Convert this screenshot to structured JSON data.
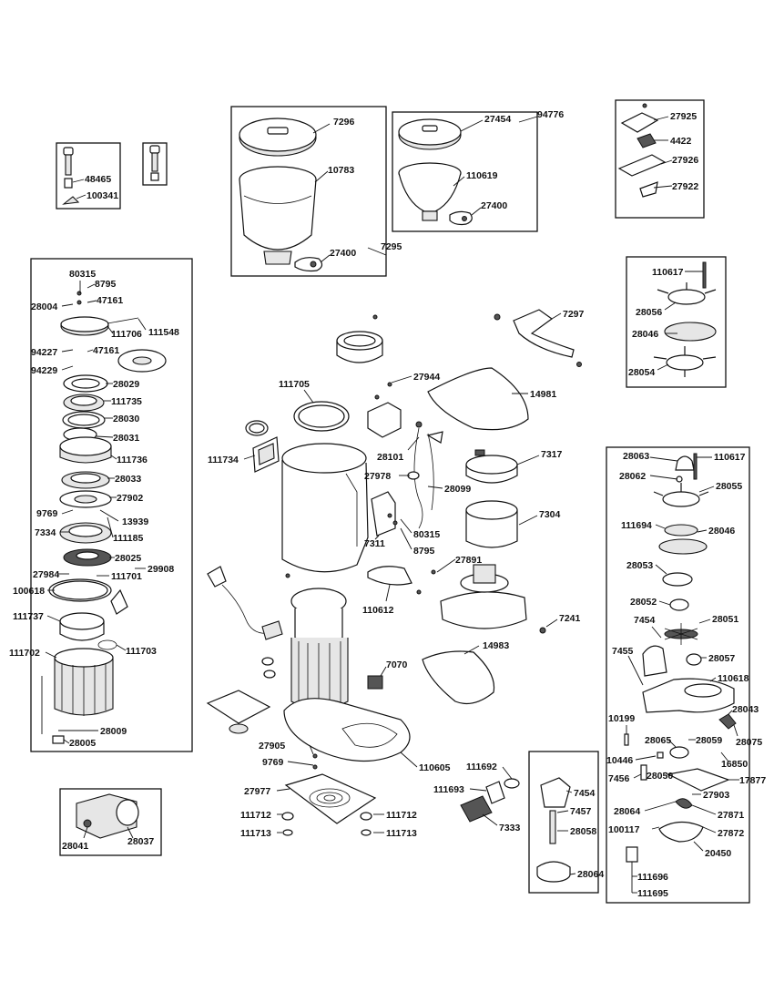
{
  "diagram": {
    "labels": [
      {
        "id": "7296",
        "text": "7296"
      },
      {
        "id": "10783",
        "text": "10783"
      },
      {
        "id": "27400a",
        "text": "27400"
      },
      {
        "id": "7295",
        "text": "7295"
      },
      {
        "id": "27454",
        "text": "27454"
      },
      {
        "id": "94776",
        "text": "94776"
      },
      {
        "id": "110619",
        "text": "110619"
      },
      {
        "id": "27400b",
        "text": "27400"
      },
      {
        "id": "27925",
        "text": "27925"
      },
      {
        "id": "4422",
        "text": "4422"
      },
      {
        "id": "27926",
        "text": "27926"
      },
      {
        "id": "27922",
        "text": "27922"
      },
      {
        "id": "48465",
        "text": "48465"
      },
      {
        "id": "100341",
        "text": "100341"
      },
      {
        "id": "80315a",
        "text": "80315"
      },
      {
        "id": "8795a",
        "text": "8795"
      },
      {
        "id": "28004",
        "text": "28004"
      },
      {
        "id": "47161a",
        "text": "47161"
      },
      {
        "id": "111548",
        "text": "111548"
      },
      {
        "id": "111706",
        "text": "111706"
      },
      {
        "id": "94227",
        "text": "94227"
      },
      {
        "id": "47161b",
        "text": "47161"
      },
      {
        "id": "94229",
        "text": "94229"
      },
      {
        "id": "28029",
        "text": "28029"
      },
      {
        "id": "111735",
        "text": "111735"
      },
      {
        "id": "28030",
        "text": "28030"
      },
      {
        "id": "28031",
        "text": "28031"
      },
      {
        "id": "111736",
        "text": "111736"
      },
      {
        "id": "28033",
        "text": "28033"
      },
      {
        "id": "27902",
        "text": "27902"
      },
      {
        "id": "9769a",
        "text": "9769"
      },
      {
        "id": "13939",
        "text": "13939"
      },
      {
        "id": "7334",
        "text": "7334"
      },
      {
        "id": "111185",
        "text": "111185"
      },
      {
        "id": "28025",
        "text": "28025"
      },
      {
        "id": "29908",
        "text": "29908"
      },
      {
        "id": "27984",
        "text": "27984"
      },
      {
        "id": "111701",
        "text": "111701"
      },
      {
        "id": "100618",
        "text": "100618"
      },
      {
        "id": "111737",
        "text": "111737"
      },
      {
        "id": "111702",
        "text": "111702"
      },
      {
        "id": "111703",
        "text": "111703"
      },
      {
        "id": "28009",
        "text": "28009"
      },
      {
        "id": "28005",
        "text": "28005"
      },
      {
        "id": "110617a",
        "text": "110617"
      },
      {
        "id": "28056",
        "text": "28056"
      },
      {
        "id": "28046a",
        "text": "28046"
      },
      {
        "id": "28054",
        "text": "28054"
      },
      {
        "id": "7297",
        "text": "7297"
      },
      {
        "id": "111705",
        "text": "111705"
      },
      {
        "id": "27944",
        "text": "27944"
      },
      {
        "id": "14981",
        "text": "14981"
      },
      {
        "id": "111734",
        "text": "111734"
      },
      {
        "id": "28101",
        "text": "28101"
      },
      {
        "id": "7317",
        "text": "7317"
      },
      {
        "id": "27978",
        "text": "27978"
      },
      {
        "id": "28099",
        "text": "28099"
      },
      {
        "id": "7304",
        "text": "7304"
      },
      {
        "id": "7311",
        "text": "7311"
      },
      {
        "id": "80315b",
        "text": "80315"
      },
      {
        "id": "8795b",
        "text": "8795"
      },
      {
        "id": "27891",
        "text": "27891"
      },
      {
        "id": "110612",
        "text": "110612"
      },
      {
        "id": "7241",
        "text": "7241"
      },
      {
        "id": "14983",
        "text": "14983"
      },
      {
        "id": "7070",
        "text": "7070"
      },
      {
        "id": "27905",
        "text": "27905"
      },
      {
        "id": "9769b",
        "text": "9769"
      },
      {
        "id": "110605",
        "text": "110605"
      },
      {
        "id": "27977",
        "text": "27977"
      },
      {
        "id": "111712a",
        "text": "111712"
      },
      {
        "id": "111713a",
        "text": "111713"
      },
      {
        "id": "111712b",
        "text": "111712"
      },
      {
        "id": "111713b",
        "text": "111713"
      },
      {
        "id": "111692",
        "text": "111692"
      },
      {
        "id": "111693",
        "text": "111693"
      },
      {
        "id": "7333",
        "text": "7333"
      },
      {
        "id": "28041",
        "text": "28041"
      },
      {
        "id": "28037",
        "text": "28037"
      },
      {
        "id": "7454a",
        "text": "7454"
      },
      {
        "id": "7457",
        "text": "7457"
      },
      {
        "id": "28058",
        "text": "28058"
      },
      {
        "id": "28064a",
        "text": "28064"
      },
      {
        "id": "28063",
        "text": "28063"
      },
      {
        "id": "110617b",
        "text": "110617"
      },
      {
        "id": "28062",
        "text": "28062"
      },
      {
        "id": "28055",
        "text": "28055"
      },
      {
        "id": "111694",
        "text": "111694"
      },
      {
        "id": "28046b",
        "text": "28046"
      },
      {
        "id": "28053",
        "text": "28053"
      },
      {
        "id": "28052",
        "text": "28052"
      },
      {
        "id": "28051",
        "text": "28051"
      },
      {
        "id": "7454b",
        "text": "7454"
      },
      {
        "id": "7455",
        "text": "7455"
      },
      {
        "id": "28057",
        "text": "28057"
      },
      {
        "id": "110618",
        "text": "110618"
      },
      {
        "id": "28043",
        "text": "28043"
      },
      {
        "id": "10199",
        "text": "10199"
      },
      {
        "id": "28065",
        "text": "28065"
      },
      {
        "id": "28059",
        "text": "28059"
      },
      {
        "id": "28075",
        "text": "28075"
      },
      {
        "id": "10446",
        "text": "10446"
      },
      {
        "id": "16850",
        "text": "16850"
      },
      {
        "id": "7456",
        "text": "7456"
      },
      {
        "id": "28050",
        "text": "28050"
      },
      {
        "id": "17877",
        "text": "17877"
      },
      {
        "id": "27903",
        "text": "27903"
      },
      {
        "id": "28064b",
        "text": "28064"
      },
      {
        "id": "27871",
        "text": "27871"
      },
      {
        "id": "100117",
        "text": "100117"
      },
      {
        "id": "27872",
        "text": "27872"
      },
      {
        "id": "20450",
        "text": "20450"
      },
      {
        "id": "111696",
        "text": "111696"
      },
      {
        "id": "111695",
        "text": "111695"
      }
    ]
  }
}
